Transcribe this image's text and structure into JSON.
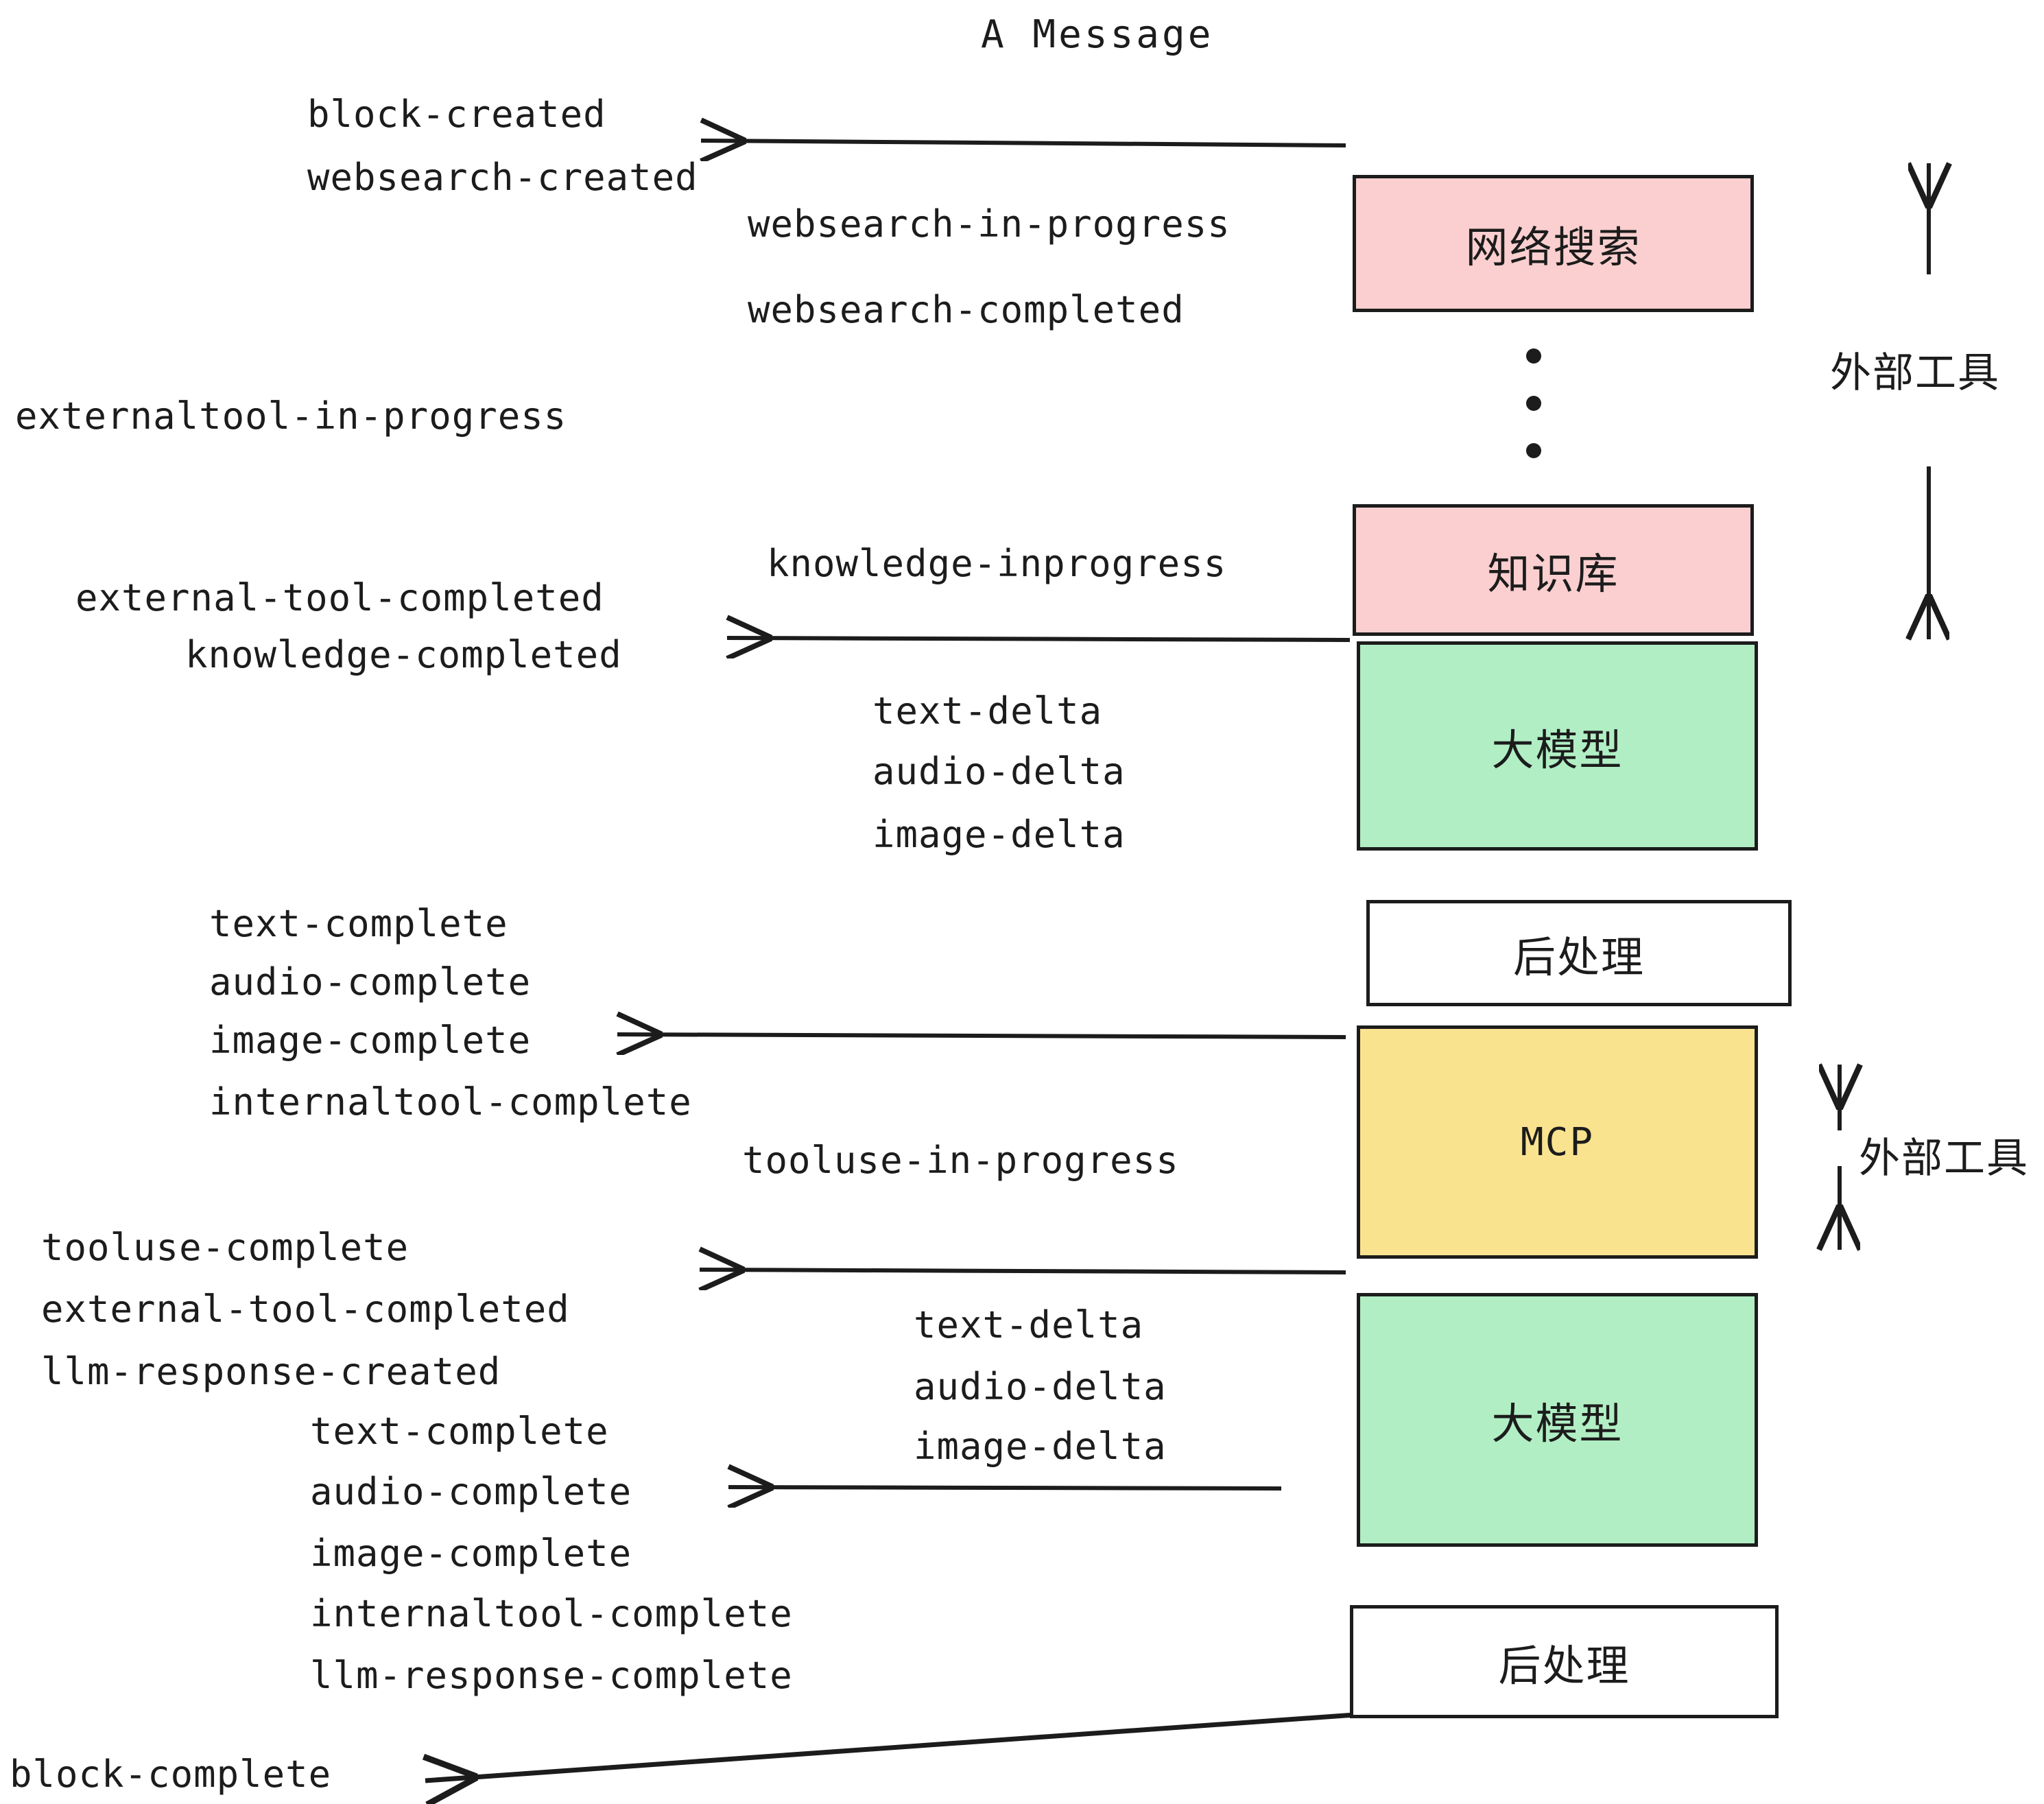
{
  "title": "A Message",
  "nodes": [
    {
      "id": "websearch",
      "label": "网络搜索",
      "fill": "#fbcfcf",
      "border": "#1c1c1c",
      "mono": false
    },
    {
      "id": "knowledge",
      "label": "知识库",
      "fill": "#fbcfcf",
      "border": "#1c1c1c",
      "mono": false
    },
    {
      "id": "llm1",
      "label": "大模型",
      "fill": "#b1eec4",
      "border": "#1c1c1c",
      "mono": false
    },
    {
      "id": "postproc1",
      "label": "后处理",
      "fill": "#ffffff",
      "border": "#1c1c1c",
      "mono": false
    },
    {
      "id": "mcp",
      "label": "MCP",
      "fill": "#fae38f",
      "border": "#1c1c1c",
      "mono": true
    },
    {
      "id": "llm2",
      "label": "大模型",
      "fill": "#b1eec4",
      "border": "#1c1c1c",
      "mono": false
    },
    {
      "id": "postproc2",
      "label": "后处理",
      "fill": "#ffffff",
      "border": "#1c1c1c",
      "mono": false
    }
  ],
  "events": [
    {
      "id": "e01",
      "text": "block-created"
    },
    {
      "id": "e02",
      "text": "websearch-created"
    },
    {
      "id": "e03",
      "text": "websearch-in-progress"
    },
    {
      "id": "e04",
      "text": "websearch-completed"
    },
    {
      "id": "e05",
      "text": "externaltool-in-progress"
    },
    {
      "id": "e06",
      "text": "knowledge-inprogress"
    },
    {
      "id": "e07",
      "text": "external-tool-completed"
    },
    {
      "id": "e08",
      "text": "knowledge-completed"
    },
    {
      "id": "e09",
      "text": "text-delta"
    },
    {
      "id": "e10",
      "text": "audio-delta"
    },
    {
      "id": "e11",
      "text": "image-delta"
    },
    {
      "id": "e12",
      "text": "text-complete"
    },
    {
      "id": "e13",
      "text": "audio-complete"
    },
    {
      "id": "e14",
      "text": "image-complete"
    },
    {
      "id": "e15",
      "text": "internaltool-complete"
    },
    {
      "id": "e16",
      "text": "tooluse-in-progress"
    },
    {
      "id": "e17",
      "text": "tooluse-complete"
    },
    {
      "id": "e18",
      "text": "external-tool-completed"
    },
    {
      "id": "e19",
      "text": "llm-response-created"
    },
    {
      "id": "e20",
      "text": "text-delta"
    },
    {
      "id": "e21",
      "text": "audio-delta"
    },
    {
      "id": "e22",
      "text": "image-delta"
    },
    {
      "id": "e23",
      "text": "text-complete"
    },
    {
      "id": "e24",
      "text": "audio-complete"
    },
    {
      "id": "e25",
      "text": "image-complete"
    },
    {
      "id": "e26",
      "text": "internaltool-complete"
    },
    {
      "id": "e27",
      "text": "llm-response-complete"
    },
    {
      "id": "e28",
      "text": "block-complete"
    }
  ],
  "side_labels": [
    {
      "id": "ext1",
      "text": "外部工具"
    },
    {
      "id": "ext2",
      "text": "外部工具"
    }
  ],
  "ellipsis": {
    "dots": 3
  }
}
